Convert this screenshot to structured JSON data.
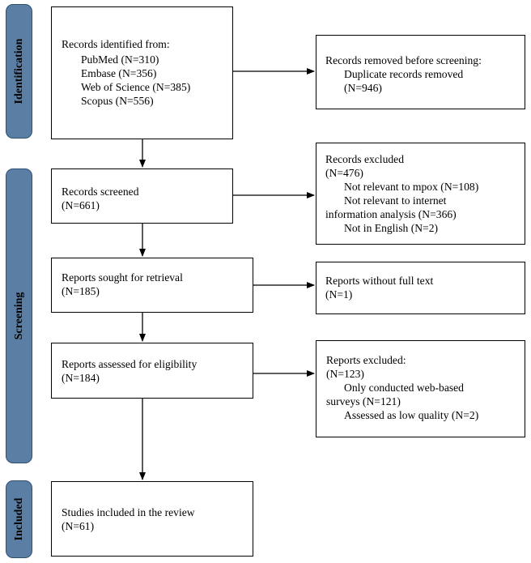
{
  "phases": {
    "identification": "Identification",
    "screening": "Screening",
    "included": "Included"
  },
  "boxes": {
    "identified": {
      "title": "Records identified from:",
      "sources": [
        "PubMed (N=310)",
        "Embase (N=356)",
        "Web of Science (N=385)",
        "Scopus (N=556)"
      ]
    },
    "removed": {
      "title": "Records removed before screening:",
      "lines": [
        "Duplicate records removed",
        "(N=946)"
      ]
    },
    "screened": {
      "title": "Records screened",
      "count": "(N=661)"
    },
    "excluded": {
      "title": "Records excluded",
      "count": "(N=476)",
      "lines": [
        "Not relevant to mpox (N=108)",
        "Not relevant to internet",
        "information analysis (N=366)",
        "Not in English (N=2)"
      ]
    },
    "sought": {
      "title": "Reports sought for retrieval",
      "count": "(N=185)"
    },
    "not_retrieved": {
      "title": "Reports without full text",
      "count": "(N=1)"
    },
    "assessed": {
      "title": "Reports assessed for eligibility",
      "count": "(N=184)"
    },
    "reports_excluded": {
      "title": "Reports excluded:",
      "count": "(N=123)",
      "lines": [
        "Only conducted web-based",
        "surveys (N=121)",
        "Assessed as low quality (N=2)"
      ]
    },
    "included": {
      "title": "Studies included in the review",
      "count": "(N=61)"
    }
  }
}
